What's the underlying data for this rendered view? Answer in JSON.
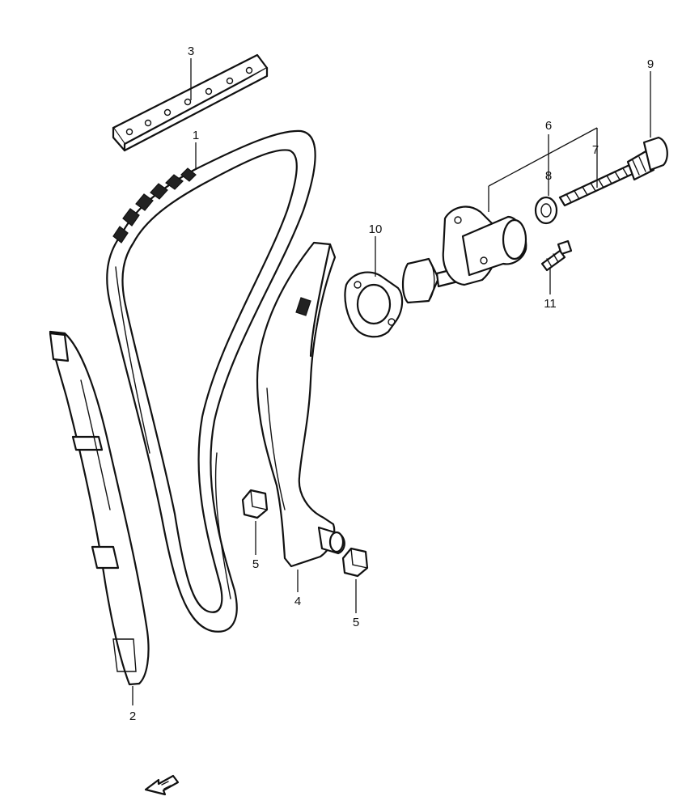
{
  "callouts": {
    "c1": "1",
    "c2": "2",
    "c3": "3",
    "c4": "4",
    "c5a": "5",
    "c5b": "5",
    "c6": "6",
    "c7": "7",
    "c8": "8",
    "c9": "9",
    "c10": "10",
    "c11": "11"
  },
  "icons": {
    "front_arrow": "front-direction-arrow-icon"
  }
}
